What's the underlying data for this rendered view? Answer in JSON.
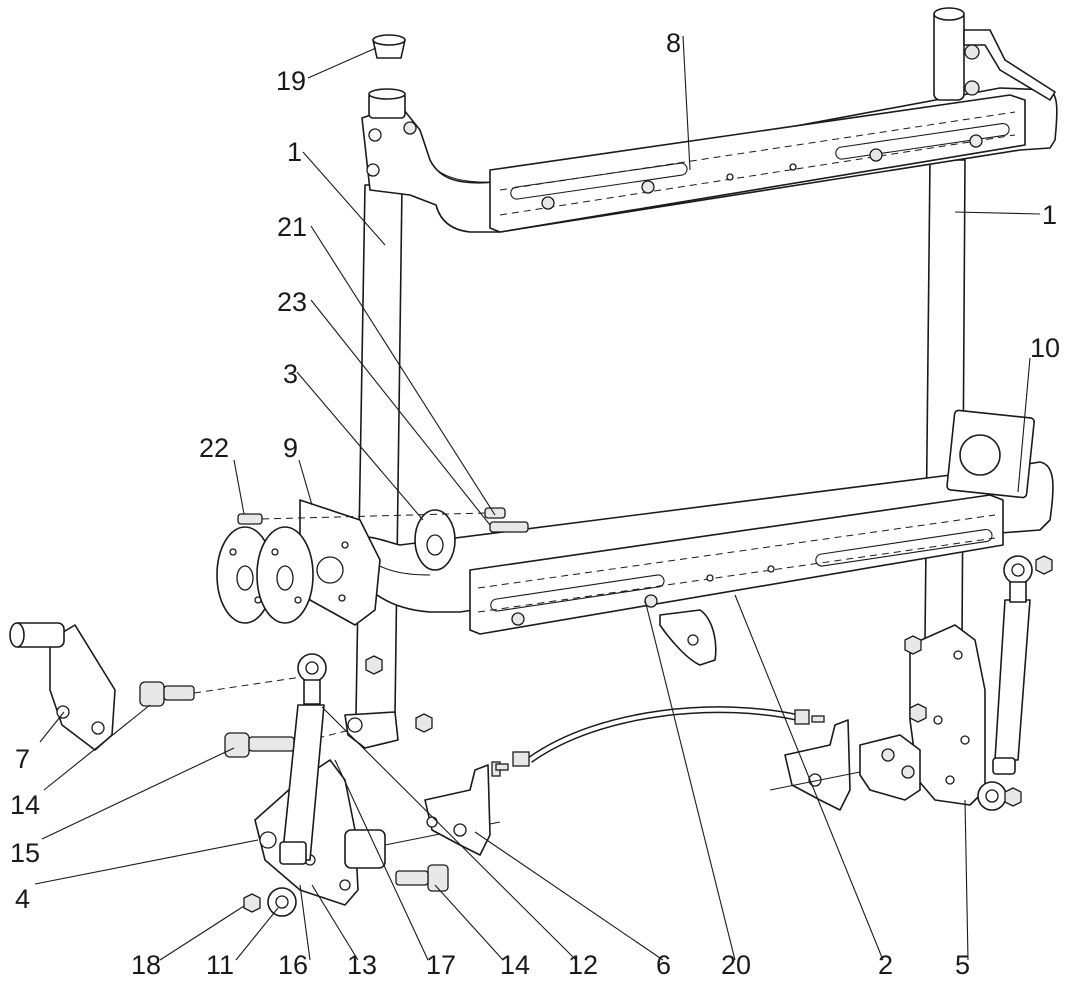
{
  "diagram": {
    "callouts": [
      {
        "id": "c19",
        "label": "19"
      },
      {
        "id": "c8",
        "label": "8"
      },
      {
        "id": "c1a",
        "label": "1"
      },
      {
        "id": "c1b",
        "label": "1"
      },
      {
        "id": "c21",
        "label": "21"
      },
      {
        "id": "c23",
        "label": "23"
      },
      {
        "id": "c10",
        "label": "10"
      },
      {
        "id": "c3",
        "label": "3"
      },
      {
        "id": "c22",
        "label": "22"
      },
      {
        "id": "c9",
        "label": "9"
      },
      {
        "id": "c7",
        "label": "7"
      },
      {
        "id": "c14a",
        "label": "14"
      },
      {
        "id": "c15",
        "label": "15"
      },
      {
        "id": "c4",
        "label": "4"
      },
      {
        "id": "c18",
        "label": "18"
      },
      {
        "id": "c11",
        "label": "11"
      },
      {
        "id": "c16",
        "label": "16"
      },
      {
        "id": "c13",
        "label": "13"
      },
      {
        "id": "c17",
        "label": "17"
      },
      {
        "id": "c14b",
        "label": "14"
      },
      {
        "id": "c12",
        "label": "12"
      },
      {
        "id": "c6",
        "label": "6"
      },
      {
        "id": "c20",
        "label": "20"
      },
      {
        "id": "c2",
        "label": "2"
      },
      {
        "id": "c5",
        "label": "5"
      }
    ]
  }
}
